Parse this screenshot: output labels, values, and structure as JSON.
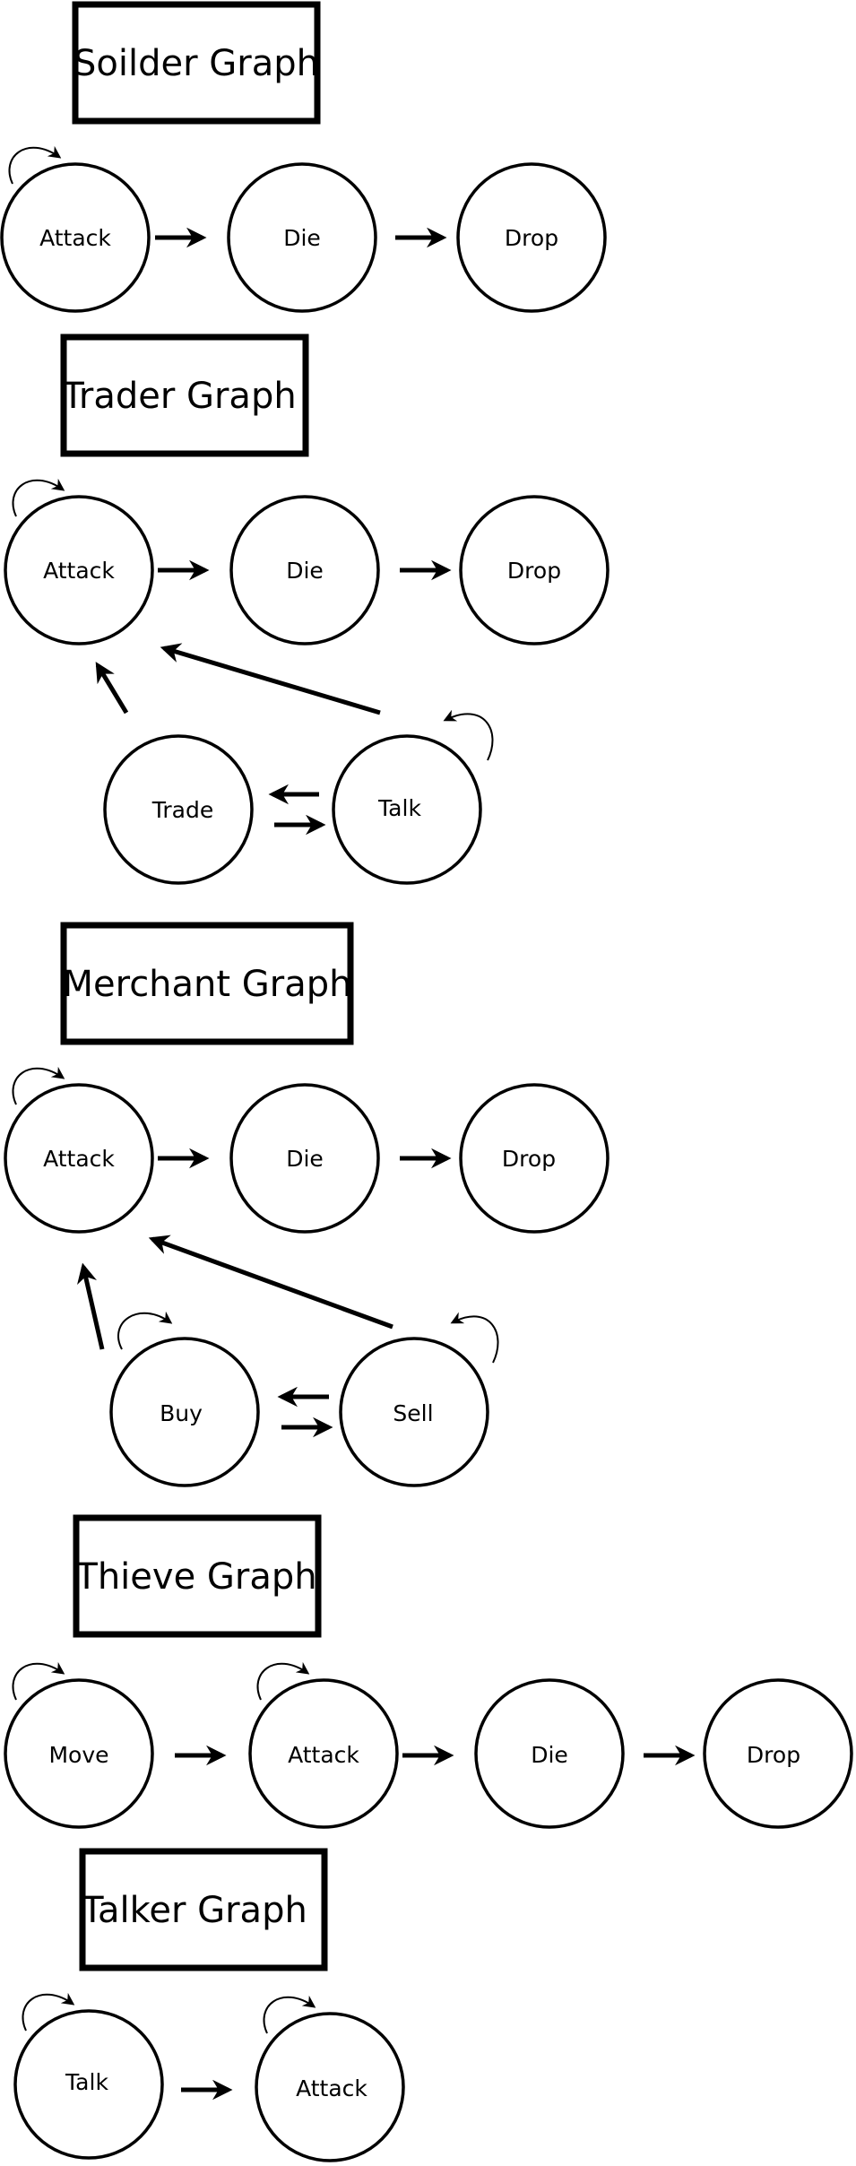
{
  "graphs": {
    "soilder": {
      "title": "Soilder Graph",
      "nodes": [
        "Attack",
        "Die",
        "Drop"
      ]
    },
    "trader": {
      "title": "Trader Graph",
      "nodes": [
        "Attack",
        "Die",
        "Drop",
        "Trade",
        "Talk"
      ]
    },
    "merchant": {
      "title": "Merchant Graph",
      "nodes": [
        "Attack",
        "Die",
        "Drop",
        "Buy",
        "Sell"
      ]
    },
    "thieve": {
      "title": "Thieve Graph",
      "nodes": [
        "Move",
        "Attack",
        "Die",
        "Drop"
      ]
    },
    "talker": {
      "title": "Talker Graph",
      "nodes": [
        "Talk",
        "Attack"
      ]
    }
  }
}
